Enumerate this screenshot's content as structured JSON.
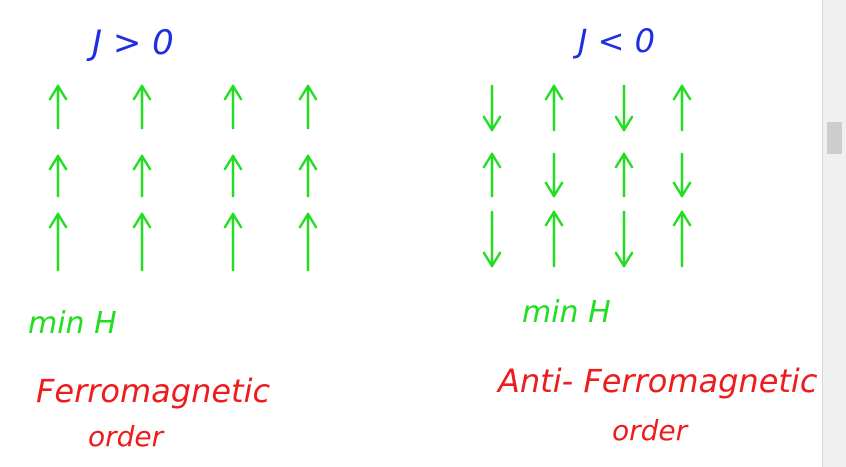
{
  "notes": {
    "left": {
      "condition": "J > 0",
      "minimize_label": "min H",
      "order_line1": "Ferromagnetic",
      "order_line2": "order"
    },
    "right": {
      "condition": "J < 0",
      "minimize_label": "min H",
      "order_line1": "Anti- Ferromagnetic",
      "order_line2": "order"
    }
  },
  "lattices": {
    "left": [
      [
        "up",
        "up",
        "up",
        "up"
      ],
      [
        "up",
        "up",
        "up",
        "up"
      ],
      [
        "up",
        "up",
        "up",
        "up"
      ]
    ],
    "right": [
      [
        "down",
        "up",
        "down",
        "up"
      ],
      [
        "up",
        "down",
        "up",
        "down"
      ],
      [
        "down",
        "up",
        "down",
        "up"
      ]
    ]
  },
  "colors": {
    "heading": "#1f2ee0",
    "spin": "#22dd22",
    "label": "#22dd22",
    "order": "#ee1c1c"
  }
}
